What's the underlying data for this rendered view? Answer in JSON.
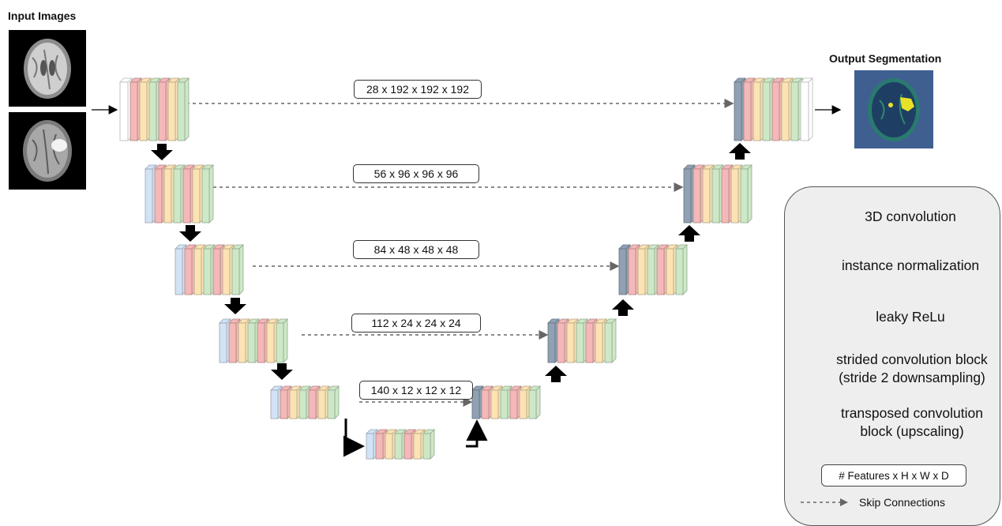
{
  "headings": {
    "input": "Input Images",
    "output": "Output Segmentation"
  },
  "skip_labels": [
    "28 x 192 x 192 x 192",
    "56 x 96 x 96 x 96",
    "84 x 48 x 48 x 48",
    "112 x 24 x 24 x 24",
    "140 x 12 x 12 x 12"
  ],
  "legend": {
    "conv": "3D convolution",
    "norm": "instance normalization",
    "relu": "leaky ReLu",
    "strided_line1": "strided convolution block",
    "strided_line2": "(stride 2 downsampling)",
    "transposed_line1": "transposed convolution",
    "transposed_line2": "block (upscaling)",
    "key": "# Features x H x W x D",
    "skip": "Skip Connections"
  },
  "colors": {
    "conv": "#f4b8b8",
    "norm": "#fbe3b4",
    "relu": "#cde8c6",
    "strided": "#d3e3f6",
    "transposed": "#8fa1b3",
    "io": "#ffffff"
  }
}
